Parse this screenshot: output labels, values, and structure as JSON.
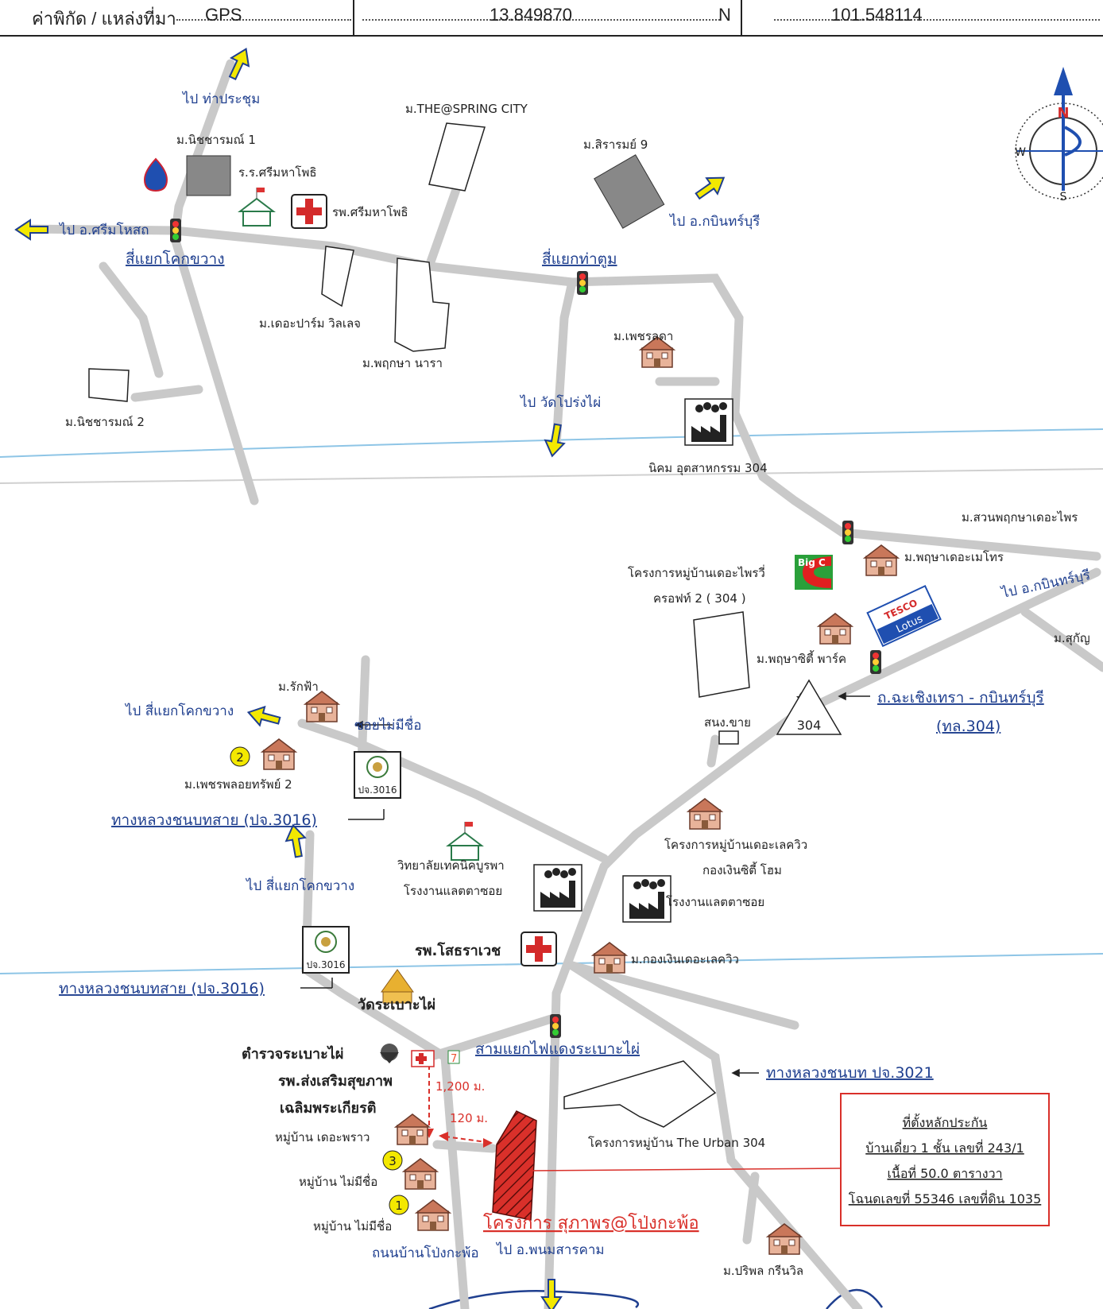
{
  "header": {
    "source_label": "ค่าพิกัด / แหล่งที่มา",
    "source_value": "GPS",
    "latitude": "13.849870",
    "latitude_suffix": "N",
    "longitude": "101.548114"
  },
  "compass": {
    "n": "N",
    "s": "S",
    "w": "W"
  },
  "labels": {
    "to_thaprachum": "ไป ท่าประชุม",
    "spring_city": "ม.THE@SPRING CITY",
    "nitcharam1": "ม.นิชชารมณ์ 1",
    "srimahaphot_school": "ร.ร.ศรีมหาโพธิ",
    "srimahaphot_hospital": "รพ.ศรีมหาโพธิ",
    "siram9": "ม.สิรารมย์ 9",
    "to_kabinburi_1": "ไป อ.กบินทร์บุรี",
    "to_srimahosot": "ไป อ.ศรีมโหสถ",
    "kok_khwang_junction": "สี่แยกโคกขวาง",
    "tha_tum_junction": "สี่แยกท่าตูม",
    "the_palm": "ม.เดอะปาร์ม วิลเลจ",
    "pruksa_nara": "ม.พฤกษา นารา",
    "phetlada": "ม.เพชรลดา",
    "nitcharam2": "ม.นิชชารมณ์ 2",
    "to_wat_prongpai": "ไป วัดโปร่งไผ่",
    "industrial_304": "นิคม อุตสาหกรรม 304",
    "suan_pruksa": "ม.สวนพฤกษาเดอะไพร",
    "pruksa_metro": "ม.พฤษาเดอะเมโทร",
    "the_prairie_1": "โครงการหมู่บ้านเดอะไพรวี่",
    "the_prairie_2": "ครอฟท์ 2 ( 304 )",
    "big_c": "Big C",
    "tesco_1": "TESCO",
    "tesco_2": "Lotus",
    "to_kabinburi_2": "ไป อ.กบินทร์บุรี",
    "sukan": "ม.สุกัญ",
    "pruksa_city_park": "ม.พฤษาซิตี้ พาร์ค",
    "chachoengsao_road": "ถ.ฉะเชิงเทรา - กบินทร์บุรี",
    "route_304": "(ทล.304)",
    "shield_304": "304",
    "post_office": "สนง.ขาย",
    "rakfa": "ม.รักฟ้า",
    "to_kok_khwang_1": "ไป สี่แยกโคกขวาง",
    "unnamed_soi": "ซอยไม่มีชื่อ",
    "phetphon": "ม.เพชรพลอยทรัพย์ 2",
    "pj3016_sign_1": "ปจ.3016",
    "rural_road_3016_1": "ทางหลวงชนบทสาย (ปจ.3016)",
    "eastern_tech": "วิทยาลัยเทคนิคบูรพา",
    "latex_factory_1": "โรงงานแลตตาซอย",
    "lakeview_1": "โครงการหมู่บ้านเดอะเลควิว",
    "lakeview_2": "กองเงินซิตี้ โฮม",
    "latex_factory_2": "โรงงานแลตตาซอย",
    "to_kok_khwang_2": "ไป สี่แยกโคกขวาง",
    "sotharawet_hospital": "รพ.โสธราเวช",
    "kongngoen_lakeview": "ม.กองเงินเดอะเลควิว",
    "pj3016_sign_2": "ปจ.3016",
    "rural_road_3016_2": "ทางหลวงชนบทสาย (ปจ.3016)",
    "wat_rabao_phai": "วัดระเบาะไผ่",
    "police_rabao_phai": "ตำรวจระเบาะไผ่",
    "health_promo_1": "รพ.ส่งเสริมสุขภาพ",
    "health_promo_2": "เฉลิมพระเกียรติ",
    "rabao_phai_junction": "สามแยกไฟแดงระเบาะไผ่",
    "rural_road_3021": "ทางหลวงชนบท ปจ.3021",
    "dist_1200": "1,200 ม.",
    "dist_120": "120 ม.",
    "the_urban_304": "โครงการหมู่บ้าน The Urban 304",
    "theprao_village": "หมู่บ้าน เดอะพราว",
    "no_name_village_3": "หมู่บ้าน ไม่มีชื่อ",
    "no_name_village_1": "หมู่บ้าน ไม่มีชื่อ",
    "marker_1": "1",
    "marker_2": "2",
    "marker_3": "3",
    "project_name": "โครงการ สุภาพร@โป่งกะพ้อ",
    "pong_kapho_road": "ถนนบ้านโป่งกะพ้อ",
    "to_phanom_sarakham": "ไป อ.พนมสารคาม",
    "pariphon_greenville": "ม.ปริพล กรีนวิล"
  },
  "collateral_box": {
    "title": "ที่ตั้งหลักประกัน",
    "line1": "บ้านเดี่ยว 1 ชั้น เลขที่ 243/1",
    "line2": "เนื้อที่ 50.0 ตารางวา",
    "line3": "โฉนดเลขที่ 55346 เลขที่ดิน 1035"
  },
  "colors": {
    "road": "#c9c9c9",
    "label_blue": "#1f3f8f",
    "arrow_yellow": "#f3e800",
    "highlight_red": "#d9302a",
    "hospital_red": "#d42a2a",
    "river_blue": "#8ec5e6"
  }
}
